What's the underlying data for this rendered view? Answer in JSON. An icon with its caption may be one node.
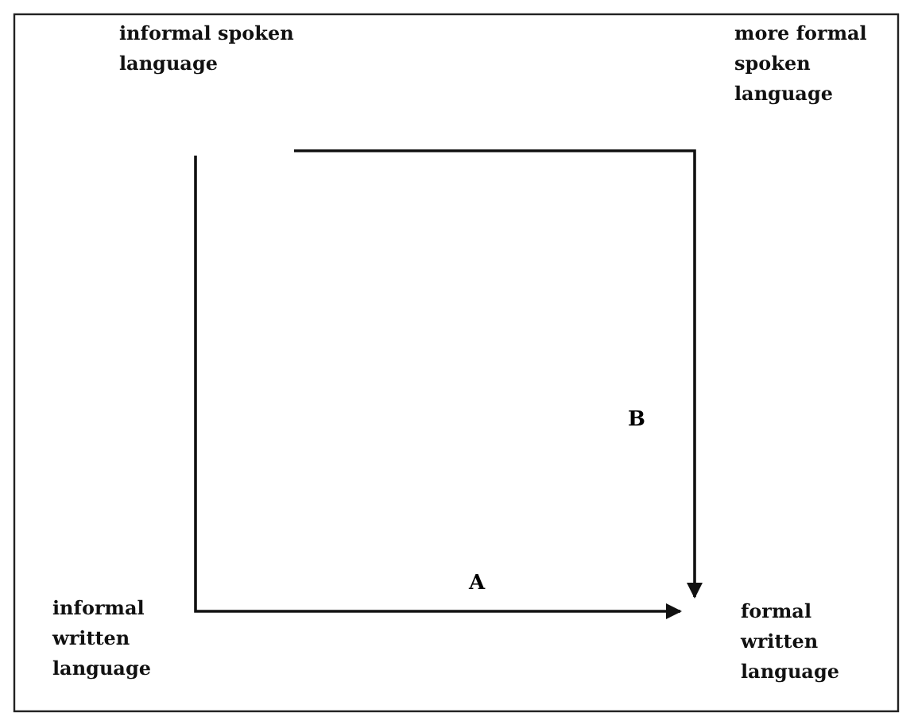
{
  "diagram": {
    "nodes": [
      {
        "text": [
          "informal spoken language"
        ]
      },
      {
        "text": [
          "more formal spoken language"
        ]
      },
      {
        "text": [
          "informal written language"
        ]
      },
      {
        "text": [
          "formal written language"
        ]
      }
    ],
    "edges": [
      {
        "from": 0,
        "to": 3,
        "arrow": "to",
        "label": "A"
      },
      {
        "from": 0,
        "to": 3,
        "arrow": "to",
        "label": "B"
      }
    ]
  }
}
